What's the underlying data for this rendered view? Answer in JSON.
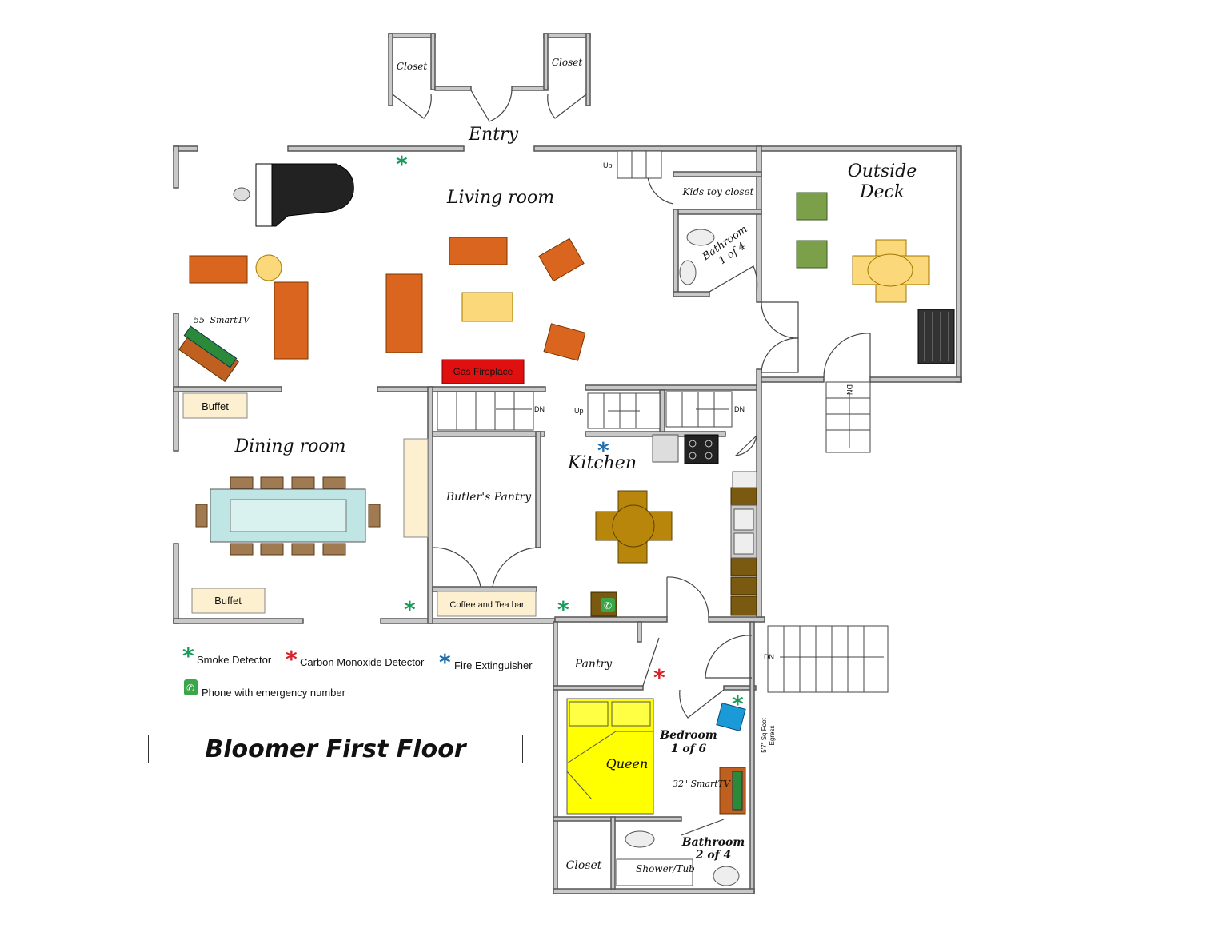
{
  "title": "Bloomer First Floor",
  "rooms": {
    "entry": "Entry",
    "closet_left": "Closet",
    "closet_right": "Closet",
    "living_room": "Living room",
    "outside_deck_line1": "Outside",
    "outside_deck_line2": "Deck",
    "kids_toy_closet": "Kids toy closet",
    "bathroom1_line1": "Bathroom",
    "bathroom1_line2": "1 of 4",
    "dining_room": "Dining room",
    "butlers_pantry": "Butler's Pantry",
    "kitchen": "Kitchen",
    "pantry": "Pantry",
    "bedroom_line1": "Bedroom",
    "bedroom_line2": "1 of 6",
    "bathroom2_line1": "Bathroom",
    "bathroom2_line2": "2 of 4",
    "closet_bottom": "Closet"
  },
  "fixtures": {
    "tv_55": "55' SmartTV",
    "gas_fireplace": "Gas Fireplace",
    "buffet_top": "Buffet",
    "buffet_bottom": "Buffet",
    "coffee_tea_bar": "Coffee and Tea bar",
    "queen": "Queen",
    "tv_32": "32\" SmartTV",
    "shower_tub": "Shower/Tub",
    "egress_line1": "5'7\" Sq Foot",
    "egress_line2": "Egress"
  },
  "stairs": {
    "up_living": "Up",
    "dn_dining": "DN",
    "up_kitchen": "Up",
    "dn_kitchen": "DN",
    "dn_deck": "DN",
    "dn_bedroom": "DN"
  },
  "legend": {
    "smoke": "Smoke Detector",
    "co": "Carbon Monoxide Detector",
    "extinguisher": "Fire Extinguisher",
    "phone": "Phone with emergency number"
  },
  "colors": {
    "smoke": "#1a9a5a",
    "co": "#d8202a",
    "extinguisher": "#1f6fb0",
    "phone": "#3aa648",
    "fireplace": "#e01010",
    "sofa": "#d9651e",
    "queen_bed": "#ffff00",
    "deck_chair": "#7ca04a",
    "deck_table": "#fbd97a",
    "kitchen_table": "#b8860b",
    "buffet": "#fdf0d0"
  }
}
